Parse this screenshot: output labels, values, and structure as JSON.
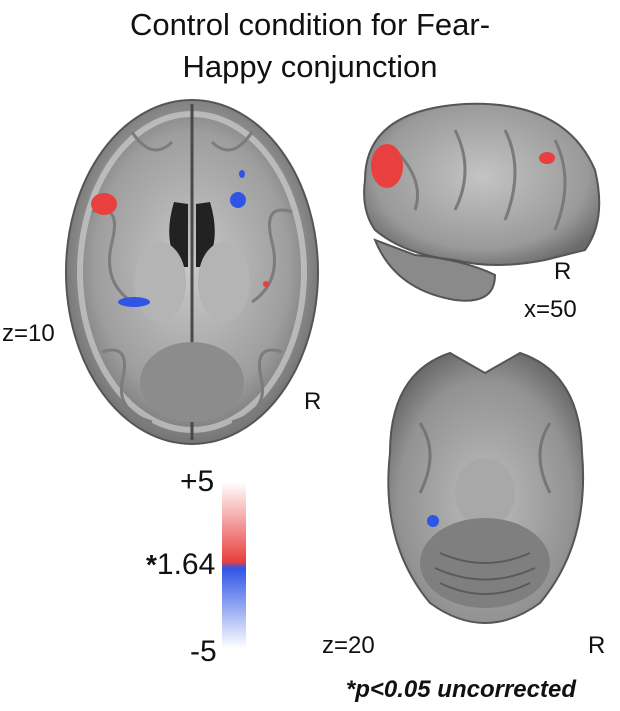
{
  "title": {
    "line1": "Control condition for Fear-",
    "line2": "Happy conjunction"
  },
  "slices": {
    "axial_mid": {
      "coordinate": "z=10",
      "side": "R"
    },
    "sagittal": {
      "coordinate": "x=50",
      "side": "R"
    },
    "axial_low": {
      "coordinate": "z=20",
      "side": "R"
    }
  },
  "colorbar": {
    "max_label": "+5",
    "threshold_star": "*",
    "threshold_value": "1.64",
    "min_label": "-5",
    "positive_color": "#e8403f",
    "negative_color": "#2f55e6"
  },
  "footnote": "*p<0.05 uncorrected"
}
